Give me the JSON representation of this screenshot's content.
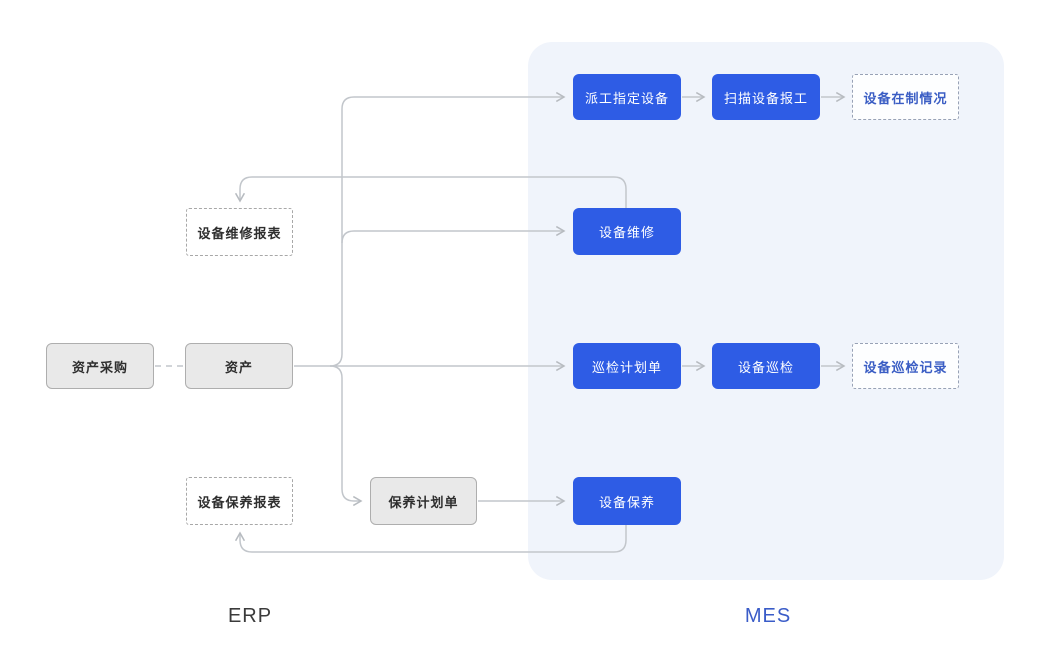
{
  "diagram": {
    "regions": {
      "erp": "ERP",
      "mes": "MES"
    },
    "nodes": {
      "asset_purchase": "资产采购",
      "asset": "资产",
      "repair_report": "设备维修报表",
      "maintain_report": "设备保养报表",
      "maintain_plan": "保养计划单",
      "dispatch": "派工指定设备",
      "scan_report": "扫描设备报工",
      "in_process": "设备在制情况",
      "repair": "设备维修",
      "inspect_plan": "巡检计划单",
      "inspect": "设备巡检",
      "inspect_record": "设备巡检记录",
      "maintain": "设备保养"
    },
    "colors": {
      "primary_blue": "#2e5ce5",
      "blue_text": "#3a5dc4",
      "mes_panel_bg": "#f0f4fb",
      "gray_node_fill": "#e9e9e9",
      "connector_line": "#c2c6cb"
    }
  }
}
